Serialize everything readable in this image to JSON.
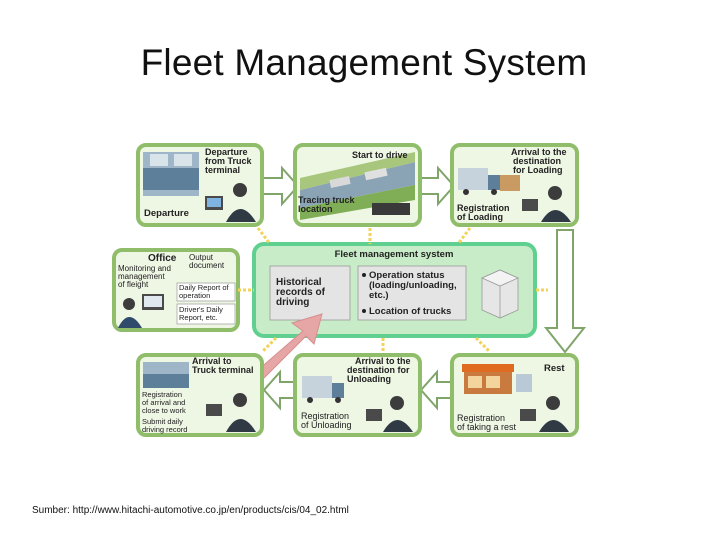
{
  "title": "Fleet Management System",
  "source": "Sumber: http://www.hitachi-automotive.co.jp/en/products/cis/04_02.html",
  "colors": {
    "panel_border": "#8fbd6a",
    "panel_bg": "#eef6e4",
    "center_bg": "#c9ecc8",
    "center_border": "#5fd08f",
    "flow_arrow": "#a9c497",
    "history_arrow": "#e6a6a6",
    "data_arrow": "#f3d25a"
  },
  "panels": {
    "departure": {
      "heading": [
        "Departure",
        "from Truck",
        "terminal"
      ],
      "caption": "Departure"
    },
    "start": {
      "heading": "Start to drive",
      "caption": [
        "Tracing truck",
        "location"
      ]
    },
    "loading": {
      "heading": [
        "Arrival to the",
        "destination",
        "for Loading"
      ],
      "caption": [
        "Registration",
        "of Loading"
      ]
    },
    "office": {
      "heading": "Office",
      "monitoring": [
        "Monitoring and",
        "management",
        "of fleight"
      ],
      "output": [
        "Output",
        "document"
      ],
      "daily_report": [
        "Daily Report of",
        "operation"
      ],
      "drivers_report": [
        "Driver's Daily",
        "Report, etc."
      ]
    },
    "rest": {
      "heading": "Rest",
      "caption": [
        "Registration",
        "of taking a rest"
      ]
    },
    "unloading": {
      "heading": [
        "Arrival to the",
        "destination for",
        "Unloading"
      ],
      "caption": [
        "Registration",
        "of Unloading"
      ]
    },
    "arrival_terminal": {
      "heading": [
        "Arrival to",
        "Truck terminal"
      ],
      "caption1": [
        "Registration",
        "of arrival and",
        "close to work"
      ],
      "caption2": [
        "Submit daily",
        "driving record"
      ]
    }
  },
  "center": {
    "heading": "Fleet management system",
    "history": [
      "Historical",
      "records of",
      "driving"
    ],
    "status": [
      "Operation status",
      "(loading/unloading,",
      "etc.)"
    ],
    "location": "Location of trucks"
  }
}
